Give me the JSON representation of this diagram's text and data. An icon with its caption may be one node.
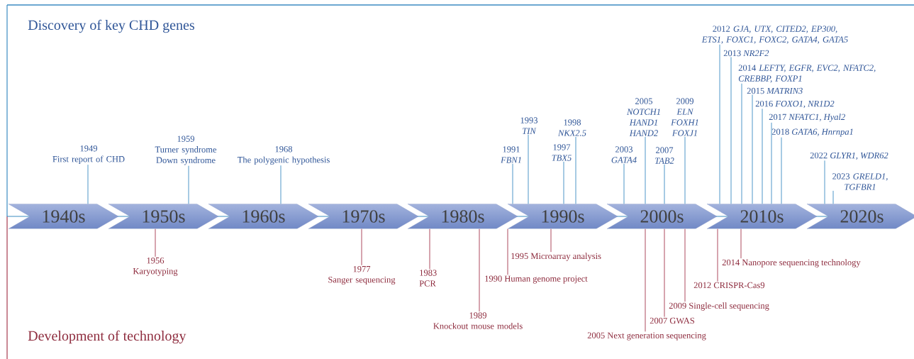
{
  "diagram": {
    "nodes": [
      {
        "text": [
          "1940s"
        ]
      },
      {
        "text": [
          "1950s"
        ]
      },
      {
        "text": [
          "1960s"
        ]
      },
      {
        "text": [
          "1970s"
        ]
      },
      {
        "text": [
          "1980s"
        ]
      },
      {
        "text": [
          "1990s"
        ]
      },
      {
        "text": [
          "2000s"
        ]
      },
      {
        "text": [
          "2010s"
        ]
      },
      {
        "text": [
          "2020s"
        ]
      },
      {
        "text": [
          "1949",
          "First report of CHD"
        ]
      },
      {
        "text": [
          "1959",
          "Turner syndrome Down syndrome"
        ]
      },
      {
        "text": [
          "1968",
          "The polygenic hypothesis"
        ]
      },
      {
        "text": [
          "1991",
          "FBN1"
        ]
      },
      {
        "text": [
          "1993",
          "TIN"
        ]
      },
      {
        "text": [
          "1997",
          "TBX5"
        ]
      },
      {
        "text": [
          "1998",
          "NKX2.5"
        ]
      },
      {
        "text": [
          "2003",
          "GATA4"
        ]
      },
      {
        "text": [
          "2005",
          "NOTCH1 HAND1 HAND2"
        ]
      },
      {
        "text": [
          "2007",
          "TAB2"
        ]
      },
      {
        "text": [
          "2009",
          "ELN FOXH1 FOXJ1"
        ]
      },
      {
        "text": [
          "2012 *GJA, UTX, CITED2, EP300, ETS1, FOXC1, FOXC2, GATA4, GATA5*"
        ]
      },
      {
        "text": [
          "2013 *NR2F2*"
        ]
      },
      {
        "text": [
          "2014 *LEFTY, EGFR, EVC2, NFATC2, CREBBP, FOXP1*"
        ]
      },
      {
        "text": [
          "2015 *MATRIN3*"
        ]
      },
      {
        "text": [
          "2016 *FOXO1, NR1D2*"
        ]
      },
      {
        "text": [
          "2017 *NFATC1, Hyal2*"
        ]
      },
      {
        "text": [
          "2018 *GATA6, Hnrnpa1*"
        ]
      },
      {
        "text": [
          "2022 *GLYR1, WDR62*"
        ]
      },
      {
        "text": [
          "2023 *GRELD1, TGFBR1*"
        ]
      },
      {
        "text": [
          "1956",
          "Karyotyping"
        ]
      },
      {
        "text": [
          "1977",
          "Sanger sequencing"
        ]
      },
      {
        "text": [
          "1983",
          "PCR"
        ]
      },
      {
        "text": [
          "1989",
          "Knockout mouse models"
        ]
      },
      {
        "text": [
          "1990 Human genome project"
        ]
      },
      {
        "text": [
          "1995 Microarray analysis"
        ]
      },
      {
        "text": [
          "2005 Next generation sequencing"
        ]
      },
      {
        "text": [
          "2007 GWAS"
        ]
      },
      {
        "text": [
          "2009 Single-cell sequencing"
        ]
      },
      {
        "text": [
          "2012 CRISPR-Cas9"
        ]
      },
      {
        "text": [
          "2014 Nanopore sequencing technology"
        ]
      }
    ],
    "edges": [
      {
        "from": 9,
        "to": 0,
        "arrow": "none"
      },
      {
        "from": 10,
        "to": 1,
        "arrow": "none"
      },
      {
        "from": 11,
        "to": 2,
        "arrow": "none"
      },
      {
        "from": 12,
        "to": 5,
        "arrow": "none"
      },
      {
        "from": 13,
        "to": 5,
        "arrow": "none"
      },
      {
        "from": 14,
        "to": 5,
        "arrow": "none"
      },
      {
        "from": 15,
        "to": 5,
        "arrow": "none"
      },
      {
        "from": 16,
        "to": 6,
        "arrow": "none"
      },
      {
        "from": 17,
        "to": 6,
        "arrow": "none"
      },
      {
        "from": 18,
        "to": 6,
        "arrow": "none"
      },
      {
        "from": 19,
        "to": 6,
        "arrow": "none"
      },
      {
        "from": 20,
        "to": 7,
        "arrow": "none"
      },
      {
        "from": 21,
        "to": 7,
        "arrow": "none"
      },
      {
        "from": 22,
        "to": 7,
        "arrow": "none"
      },
      {
        "from": 23,
        "to": 7,
        "arrow": "none"
      },
      {
        "from": 24,
        "to": 7,
        "arrow": "none"
      },
      {
        "from": 25,
        "to": 7,
        "arrow": "none"
      },
      {
        "from": 26,
        "to": 7,
        "arrow": "none"
      },
      {
        "from": 27,
        "to": 8,
        "arrow": "none"
      },
      {
        "from": 28,
        "to": 8,
        "arrow": "none"
      },
      {
        "from": 29,
        "to": 1,
        "arrow": "none",
        "color": "#a4374c"
      },
      {
        "from": 30,
        "to": 3,
        "arrow": "none",
        "color": "#a4374c"
      },
      {
        "from": 31,
        "to": 4,
        "arrow": "none",
        "color": "#a4374c"
      },
      {
        "from": 32,
        "to": 4,
        "arrow": "none",
        "color": "#a4374c"
      },
      {
        "from": 33,
        "to": 5,
        "arrow": "none",
        "color": "#a4374c"
      },
      {
        "from": 34,
        "to": 5,
        "arrow": "none",
        "color": "#a4374c"
      },
      {
        "from": 35,
        "to": 6,
        "arrow": "none",
        "color": "#a4374c"
      },
      {
        "from": 36,
        "to": 6,
        "arrow": "none",
        "color": "#a4374c"
      },
      {
        "from": 37,
        "to": 6,
        "arrow": "none",
        "color": "#a4374c"
      },
      {
        "from": 38,
        "to": 7,
        "arrow": "none",
        "color": "#a4374c"
      },
      {
        "from": 39,
        "to": 7,
        "arrow": "none",
        "color": "#a4374c"
      }
    ],
    "labels": [
      "Discovery of key CHD genes",
      "Development of technology"
    ]
  }
}
